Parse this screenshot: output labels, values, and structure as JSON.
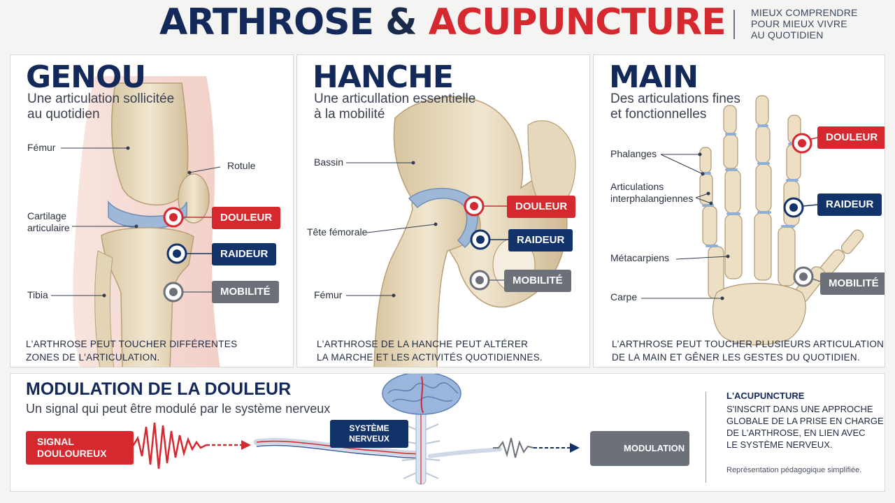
{
  "header": {
    "title_part1": "ARTHROSE",
    "title_amp": "&",
    "title_part2": "ACUPUNCTURE",
    "tagline": [
      "MIEUX COMPRENDRE",
      "POUR MIEUX VIVRE",
      "AU QUOTIDIEN"
    ]
  },
  "panels": {
    "genou": {
      "title": "GENOU",
      "subtitle": [
        "Une articulation sollicitée",
        "au quotidien"
      ],
      "labels": {
        "femur": "Fémur",
        "rotule": "Rotule",
        "cartilage": [
          "Cartilage",
          "articulaire"
        ],
        "tibia": "Tibia"
      },
      "badges": {
        "douleur": "DOULEUR",
        "raideur": "RAIDEUR",
        "mobilite": "MOBILITÉ"
      },
      "footer": [
        "L'ARTHROSE PEUT TOUCHER DIFFÉRENTES",
        "ZONES DE L'ARTICULATION."
      ]
    },
    "hanche": {
      "title": "HANCHE",
      "subtitle": [
        "Une articullation essentielle",
        "à la mobilité"
      ],
      "labels": {
        "bassin": "Bassin",
        "tete": "Tête fémorale",
        "femur": "Fémur"
      },
      "badges": {
        "douleur": "DOULEUR",
        "raideur": "RAIDEUR",
        "mobilite": "MOBILITÉ"
      },
      "footer": [
        "L'ARTHROSE DE LA HANCHE PEUT ALTÉRER",
        "LA MARCHE ET LES ACTIVITÉS QUOTIDIENNES."
      ]
    },
    "main": {
      "title": "MAIN",
      "subtitle": [
        "Des articulations fines",
        "et fonctionnelles"
      ],
      "labels": {
        "phalanges": "Phalanges",
        "interphal": [
          "Articulations",
          "interphalangiennes"
        ],
        "metacarpiens": "Métacarpiens",
        "carpe": "Carpe"
      },
      "badges": {
        "douleur": "DOULEUR",
        "raideur": "RAIDEUR",
        "mobilite": "MOBILITÉ"
      },
      "footer": [
        "L'ARTHROSE PEUT TOUCHER PLUSIEURS ARTICULATIONS",
        "DE LA MAIN ET GÊNER LES GESTES DU QUOTIDIEN."
      ]
    }
  },
  "modulation": {
    "title": "MODULATION DE LA DOULEUR",
    "subtitle": "Un signal qui peut être modulé par le système nerveux",
    "signal": [
      "SIGNAL",
      "DOULOUREUX"
    ],
    "systeme": [
      "SYSTÈME",
      "NERVEUX"
    ],
    "modulation_label": "MODULATION",
    "acupuncture_head": "L'ACUPUNCTURE",
    "acupuncture_body": [
      "S'INSCRIT DANS UNE APPROCHE",
      "GLOBALE DE LA PRISE EN CHARGE",
      "DE L'ARTHROSE, EN LIEN AVEC",
      "LE SYSTÈME NERVEUX."
    ],
    "note": "Représentation pédagogique simplifiée."
  },
  "colors": {
    "navy": "#12295a",
    "red": "#d6282f",
    "grey": "#6b7079",
    "bone": "#ecdfc4",
    "cartilage": "#9fb8d8"
  }
}
